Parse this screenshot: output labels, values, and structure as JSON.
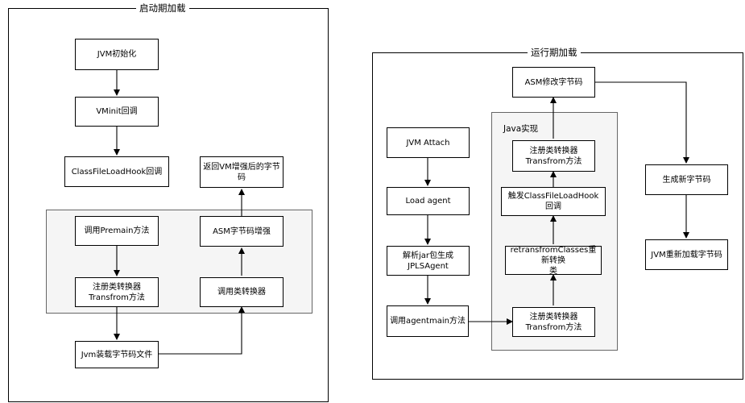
{
  "frames": {
    "startup": {
      "title": "启动期加载"
    },
    "runtime": {
      "title": "运行期加载"
    }
  },
  "groups": {
    "java_impl": {
      "title": "Java实现"
    }
  },
  "nodes": {
    "jvm_init": "JVM初始化",
    "vminit_callback": "VMinit回调",
    "classfileloadhook_callback": "ClassFileLoadHook回调",
    "return_enhanced_bytecode": "返回VM增强后的字节码",
    "call_premain": "调用Premain方法",
    "register_transformer_1": "注册类转换器\nTransfrom方法",
    "asm_bytecode_enhance": "ASM字节码增强",
    "call_transformer": "调用类转换器",
    "jvm_load_bytecode": "Jvm装载字节码文件",
    "asm_modify_bytecode": "ASM修改字节码",
    "jvm_attach": "JVM Attach",
    "load_agent": "Load agent",
    "parse_jar": "解析jar包生成\nJPLSAgent",
    "call_agentmain": "调用agentmain方法",
    "register_transformer_2": "注册类转换器\nTransfrom方法",
    "retransform_classes": "retransfromClasses重新转换\n类",
    "trigger_classfileloadhook": "触发ClassFileLoadHook回调",
    "register_transformer_3": "注册类转换器\nTransfrom方法",
    "generate_new_bytecode": "生成新字节码",
    "jvm_reload_bytecode": "JVM重新加载字节码"
  }
}
